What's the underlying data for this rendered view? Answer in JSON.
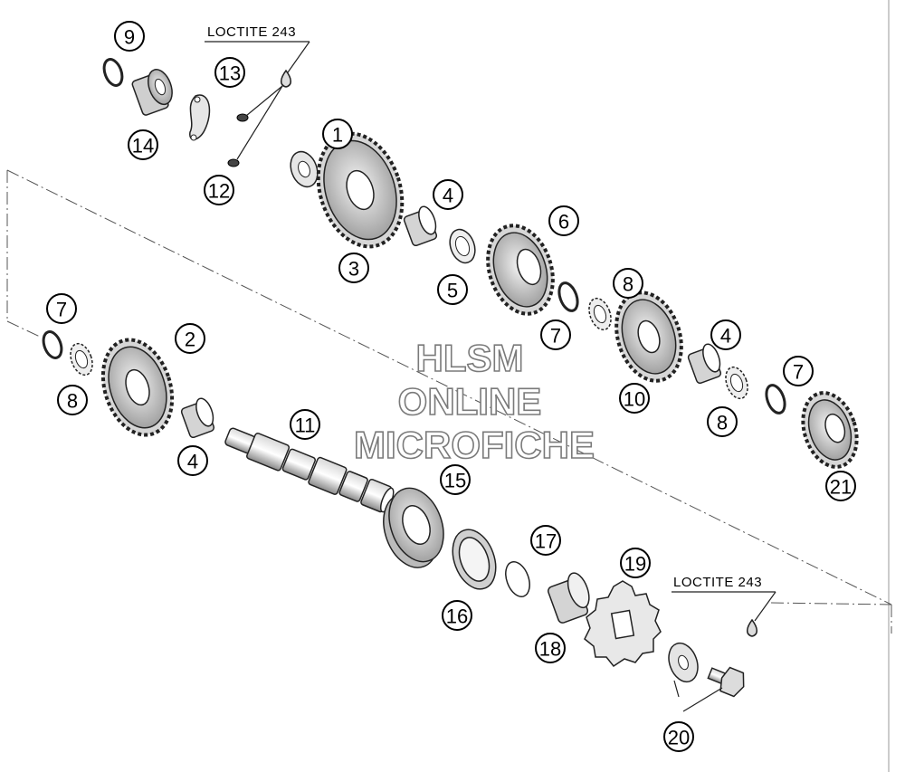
{
  "callouts": {
    "c1": "1",
    "c2": "2",
    "c3": "3",
    "c4a": "4",
    "c4b": "4",
    "c4c": "4",
    "c5": "5",
    "c6": "6",
    "c7a": "7",
    "c7b": "7",
    "c7c": "7",
    "c8a": "8",
    "c8b": "8",
    "c8c": "8",
    "c9": "9",
    "c10": "10",
    "c11": "11",
    "c12": "12",
    "c13": "13",
    "c14": "14",
    "c15": "15",
    "c16": "16",
    "c17": "17",
    "c18": "18",
    "c19": "19",
    "c20": "20",
    "c21": "21"
  },
  "notes": {
    "loctite_top": "LOCTITE 243",
    "loctite_bottom": "LOCTITE 243"
  },
  "watermark": {
    "line1": "HLSM",
    "line2": "ONLINE",
    "line3": "MICROFICHE"
  }
}
